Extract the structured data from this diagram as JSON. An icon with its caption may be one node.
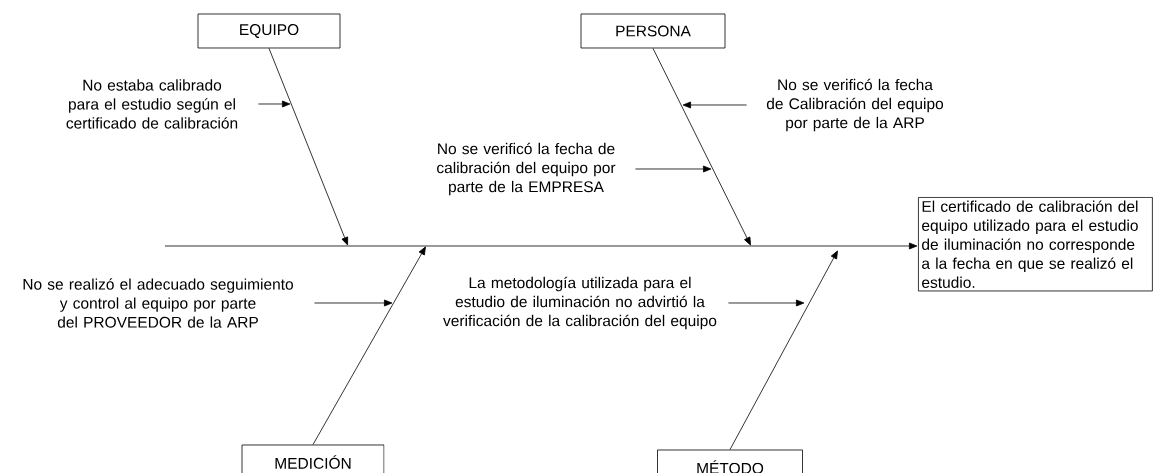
{
  "diagram": {
    "nodes": [
      {
        "text": [
          "EQUIPO"
        ]
      },
      {
        "text": [
          "PERSONA"
        ]
      },
      {
        "text": [
          "No estaba calibrado para el estudio según el certificado de calibración"
        ]
      },
      {
        "text": [
          "No se verificó la fecha de Calibración del equipo por parte de la ARP"
        ]
      },
      {
        "text": [
          "No se verificó la fecha de calibración del equipo por parte de la EMPRESA"
        ]
      },
      {
        "text": [
          "El certificado de calibración del equipo utilizado para el estudio de iluminación no corresponde a la fecha en que se realizó el estudio."
        ]
      },
      {
        "text": [
          "No se realizó el adecuado seguimiento y control al equipo por parte del PROVEEDOR de la ARP"
        ]
      },
      {
        "text": [
          "La metodología utilizada para el estudio de iluminación no advirtió la verificación de la calibración del equipo"
        ]
      },
      {
        "text": [
          "MEDICIÓN"
        ]
      },
      {
        "text": [
          "MÉTODO"
        ]
      }
    ],
    "edges": [
      {
        "from": 0,
        "to": null,
        "arrow": "to"
      },
      {
        "from": 1,
        "to": null,
        "arrow": "to"
      },
      {
        "from": 8,
        "to": null,
        "arrow": "to"
      },
      {
        "from": 9,
        "to": null,
        "arrow": "to"
      },
      {
        "from": null,
        "to": 5,
        "arrow": "to"
      },
      {
        "from": 2,
        "to": null,
        "arrow": "to"
      },
      {
        "from": 3,
        "to": null,
        "arrow": "to"
      },
      {
        "from": 4,
        "to": null,
        "arrow": "to"
      },
      {
        "from": 6,
        "to": null,
        "arrow": "to"
      },
      {
        "from": 7,
        "to": null,
        "arrow": "to"
      }
    ]
  }
}
